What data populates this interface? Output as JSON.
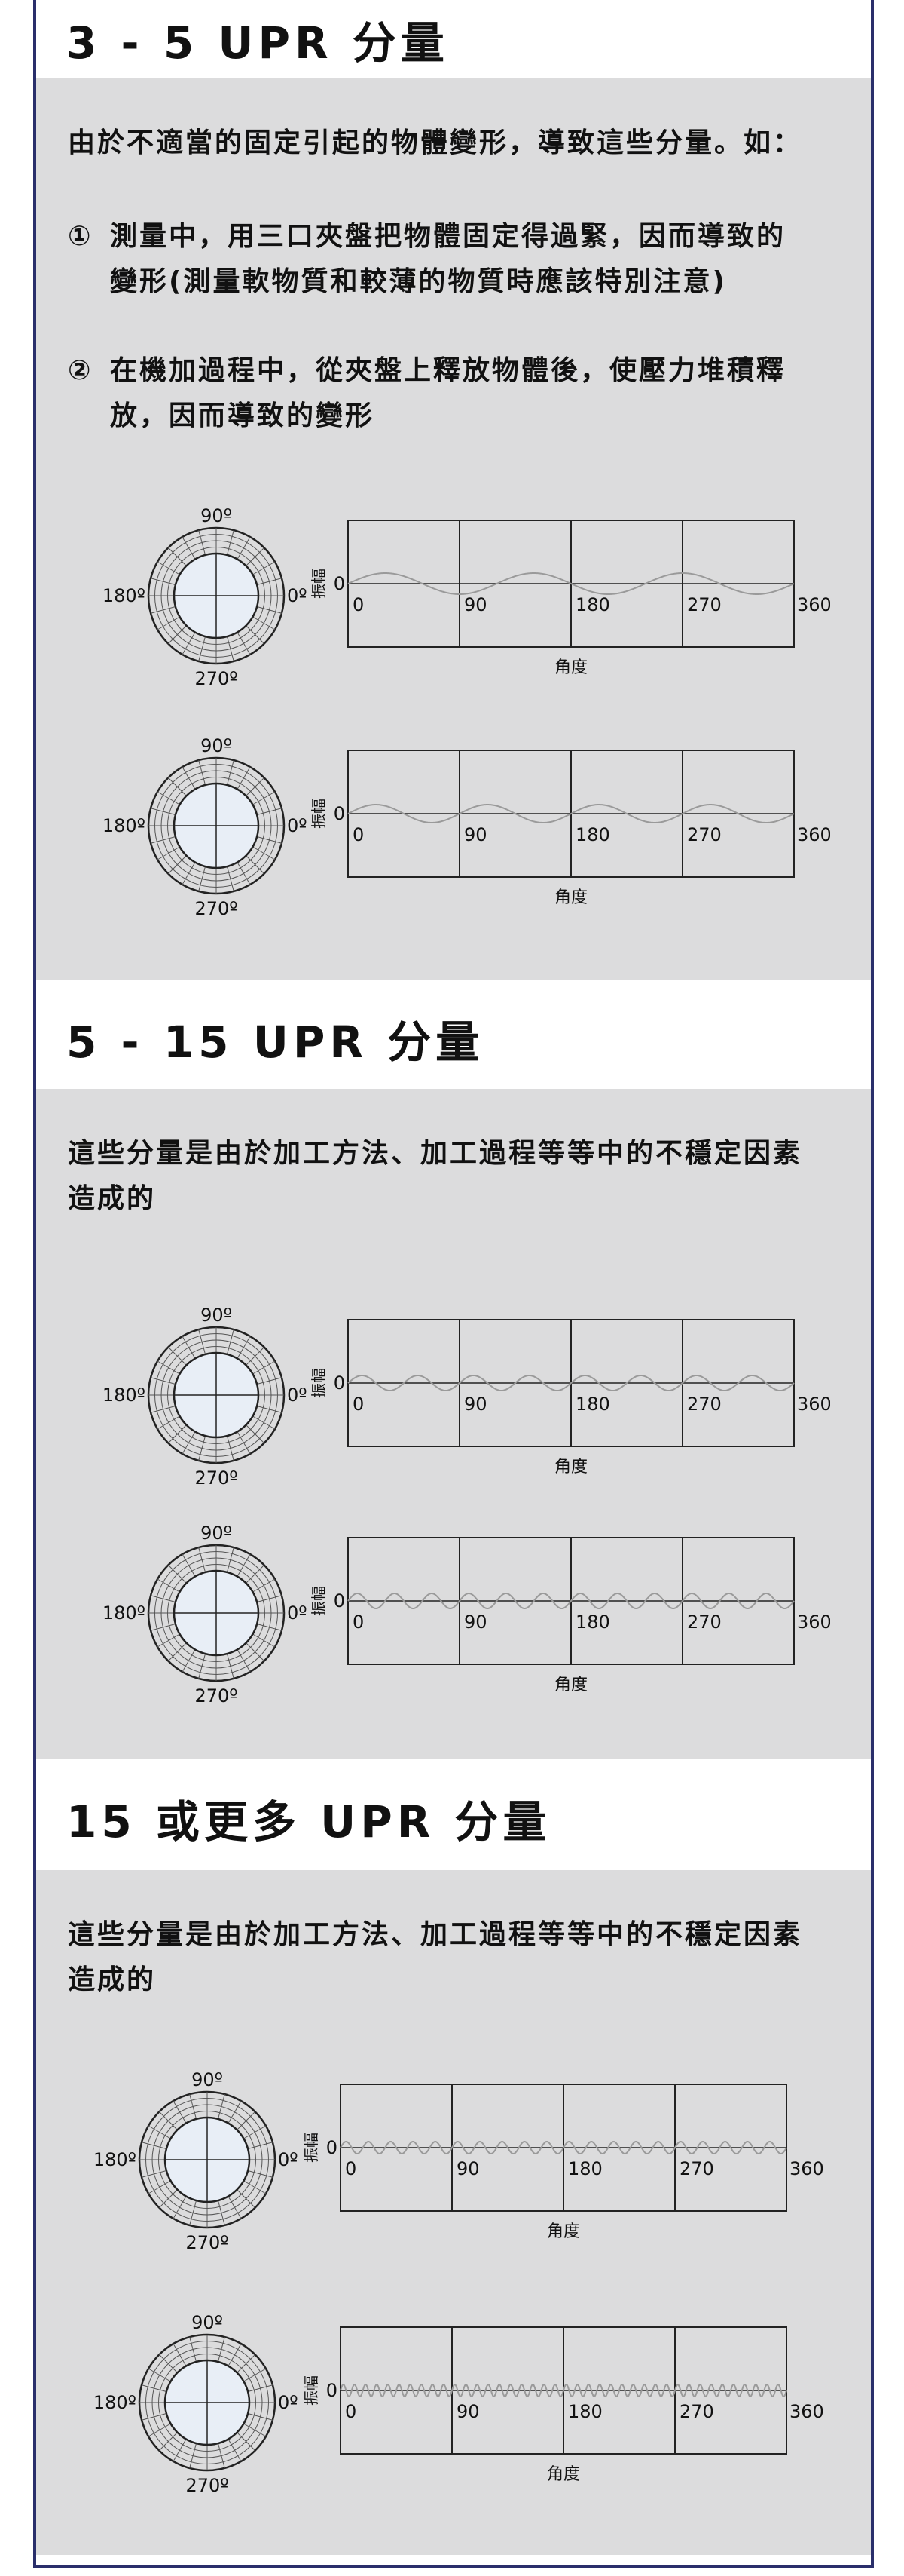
{
  "sections": [
    {
      "title": "3 - 5 UPR 分量",
      "intro": "由於不適當的固定引起的物體變形，導致這些分量。如：",
      "items": [
        {
          "num": "①",
          "line1": "測量中，用三口夾盤把物體固定得過緊，因而導致的",
          "line2": "變形(測量軟物質和較薄的物質時應該特別注意)"
        },
        {
          "num": "②",
          "line1": "在機加過程中，從夾盤上釋放物體後，使壓力堆積釋",
          "line2": "放，因而導致的變形"
        }
      ]
    },
    {
      "title": "5 - 15 UPR 分量",
      "intro_line1": "這些分量是由於加工方法、加工過程等等中的不穩定因素",
      "intro_line2": "造成的"
    },
    {
      "title": "15 或更多 UPR 分量",
      "intro_line1": "這些分量是由於加工方法、加工過程等等中的不穩定因素",
      "intro_line2": "造成的"
    }
  ],
  "polar_labels": {
    "top": "90º",
    "left": "180º",
    "right": "0º",
    "bottom": "270º"
  },
  "chart_labels": {
    "ylabel": "振幅",
    "xlabel": "角度",
    "zero": "0",
    "ticks": [
      "0",
      "90",
      "180",
      "270",
      "360"
    ]
  },
  "chart_data": [
    {
      "type": "line",
      "title": "",
      "xlabel": "角度",
      "ylabel": "振幅",
      "upr": 3,
      "amplitude": 0.35,
      "xlim": [
        0,
        360
      ],
      "x_ticks": [
        0,
        90,
        180,
        270,
        360
      ]
    },
    {
      "type": "line",
      "title": "",
      "xlabel": "角度",
      "ylabel": "振幅",
      "upr": 4,
      "amplitude": 0.3,
      "xlim": [
        0,
        360
      ],
      "x_ticks": [
        0,
        90,
        180,
        270,
        360
      ]
    },
    {
      "type": "line",
      "title": "",
      "xlabel": "角度",
      "ylabel": "振幅",
      "upr": 8,
      "amplitude": 0.25,
      "xlim": [
        0,
        360
      ],
      "x_ticks": [
        0,
        90,
        180,
        270,
        360
      ]
    },
    {
      "type": "line",
      "title": "",
      "xlabel": "角度",
      "ylabel": "振幅",
      "upr": 12,
      "amplitude": 0.25,
      "xlim": [
        0,
        360
      ],
      "x_ticks": [
        0,
        90,
        180,
        270,
        360
      ]
    },
    {
      "type": "line",
      "title": "",
      "xlabel": "角度",
      "ylabel": "振幅",
      "upr": 20,
      "amplitude": 0.2,
      "xlim": [
        0,
        360
      ],
      "x_ticks": [
        0,
        90,
        180,
        270,
        360
      ]
    },
    {
      "type": "line",
      "title": "",
      "xlabel": "角度",
      "ylabel": "振幅",
      "upr": 40,
      "amplitude": 0.2,
      "xlim": [
        0,
        360
      ],
      "x_ticks": [
        0,
        90,
        180,
        270,
        360
      ]
    }
  ]
}
